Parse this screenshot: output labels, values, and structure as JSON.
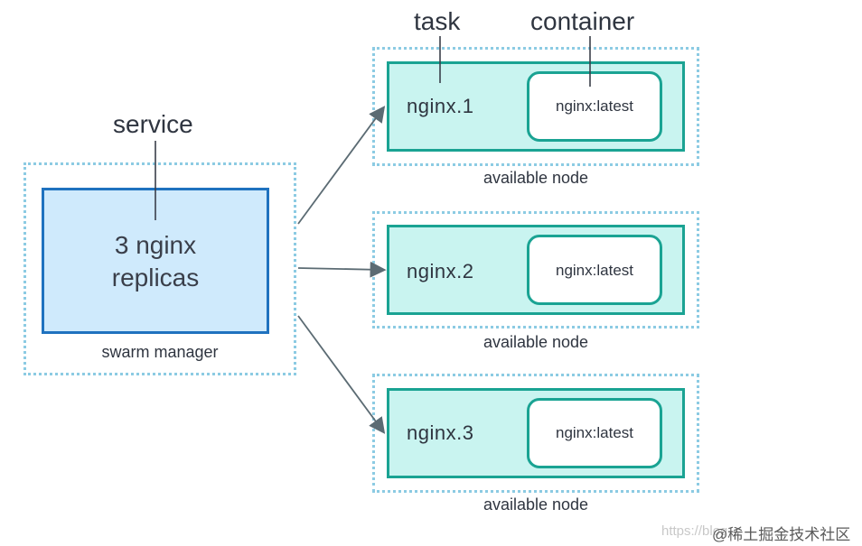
{
  "service": {
    "callout_label": "service",
    "box_text_line1": "3 nginx",
    "box_text_line2": "replicas",
    "manager_label": "swarm manager"
  },
  "callouts": {
    "task_label": "task",
    "container_label": "container"
  },
  "nodes": [
    {
      "task": "nginx.1",
      "container": "nginx:latest",
      "node_label": "available node"
    },
    {
      "task": "nginx.2",
      "container": "nginx:latest",
      "node_label": "available node"
    },
    {
      "task": "nginx.3",
      "container": "nginx:latest",
      "node_label": "available node"
    }
  ],
  "watermark": {
    "faint": "https://blog",
    "site": "@稀土掘金技术社区"
  },
  "colors": {
    "service_fill": "#cfeafc",
    "service_border": "#1f72bf",
    "task_fill": "#c9f4f0",
    "task_border": "#1aa393",
    "dotted_border": "#8ccbe3",
    "arrow": "#5b6b73"
  }
}
